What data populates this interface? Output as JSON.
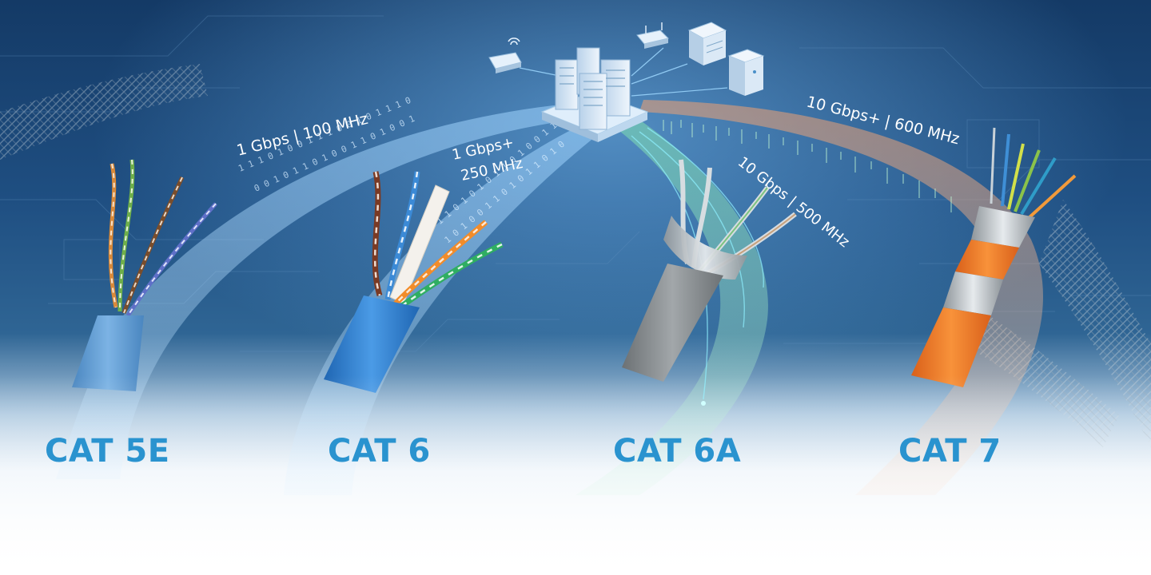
{
  "cables": [
    {
      "label": "CAT 5E",
      "spec": "1 Gbps | 100 MHz"
    },
    {
      "label": "CAT 6",
      "spec_line1": "1 Gbps+",
      "spec_line2": "250 MHz"
    },
    {
      "label": "CAT 6A",
      "spec": "10 Gbps | 500 MHz"
    },
    {
      "label": "CAT 7",
      "spec": "10 Gbps+ | 600 MHz"
    }
  ],
  "colors": {
    "background_top": "#143a66",
    "background_mid": "#2a5e8e",
    "label": "#2a93cf",
    "cat5e_jacket": "#5b9bd3",
    "cat6_jacket": "#2f7fcf",
    "cat6a_jacket": "#8a8f92",
    "cat7_jacket": "#f07a22",
    "cat6a_stream": "#7fe0b0",
    "cat7_stream": "#f0a070"
  },
  "icons": [
    "server-cluster-icon",
    "wifi-router-icon",
    "network-switch-icon",
    "server-tower-icon",
    "desktop-tower-icon"
  ]
}
